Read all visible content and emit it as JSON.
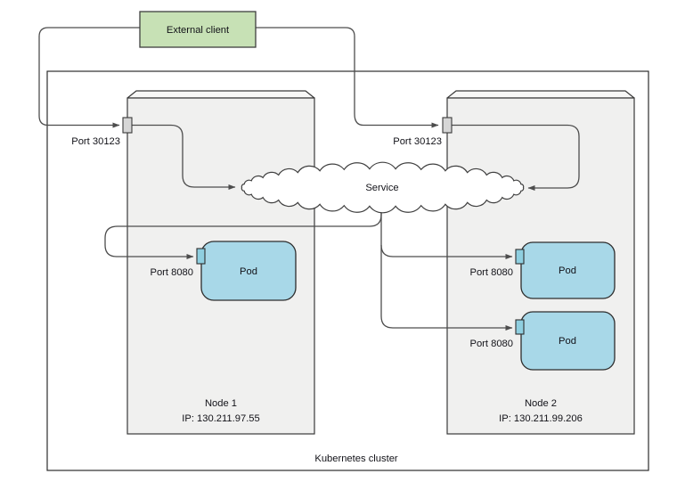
{
  "diagram": {
    "external_client": "External client",
    "cluster_label": "Kubernetes cluster",
    "service_label": "Service",
    "node1": {
      "name": "Node 1",
      "ip": "IP: 130.211.97.55",
      "port_label": "Port 30123",
      "pods": [
        {
          "label": "Pod",
          "port_label": "Port 8080"
        }
      ]
    },
    "node2": {
      "name": "Node 2",
      "ip": "IP: 130.211.99.206",
      "port_label": "Port 30123",
      "pods": [
        {
          "label": "Pod",
          "port_label": "Port 8080"
        },
        {
          "label": "Pod",
          "port_label": "Port 8080"
        }
      ]
    },
    "colors": {
      "client_fill": "#c7e1b5",
      "node_fill": "#f0f0ef",
      "pod_fill": "#a8d8e8",
      "pod_port_fill": "#8fcfe0",
      "node_port_fill": "#d6d6d6",
      "line": "#4d4d4d"
    }
  }
}
